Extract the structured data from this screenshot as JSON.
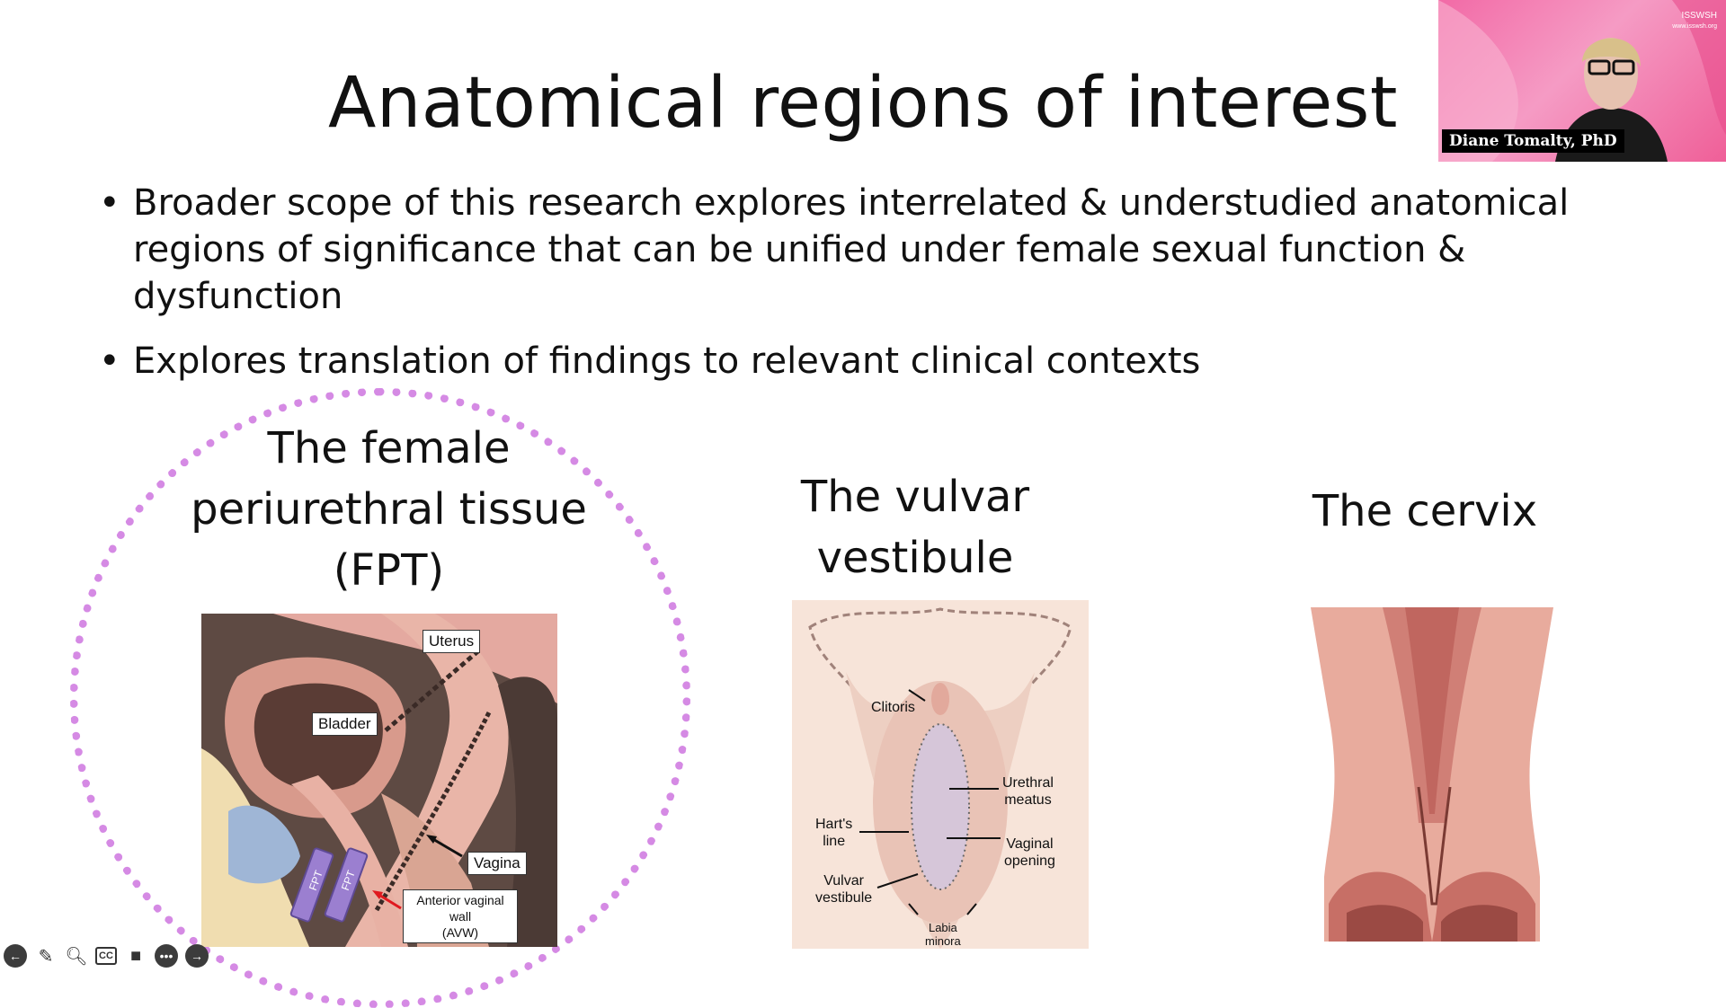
{
  "slide": {
    "title": "Anatomical regions of interest",
    "bullets": [
      "Broader scope of this research explores interrelated & understudied anatomical regions of significance that can be unified under female sexual function & dysfunction",
      "Explores translation of findings to relevant clinical contexts"
    ],
    "regions": [
      {
        "title_lines": [
          "The female",
          "periurethral tissue",
          "(FPT)"
        ]
      },
      {
        "title_lines": [
          "The vulvar",
          "vestibule"
        ]
      },
      {
        "title_lines": [
          "The cervix"
        ]
      }
    ],
    "fpt_image_labels": {
      "uterus": "Uterus",
      "bladder": "Bladder",
      "vagina": "Vagina",
      "fpt": "FPT",
      "avw_line1": "Anterior vaginal",
      "avw_line2": "wall",
      "avw_line3": "(AVW)"
    },
    "vulva_image_labels": {
      "clitoris": "Clitoris",
      "urethral_1": "Urethral",
      "urethral_2": "meatus",
      "harts_1": "Hart's",
      "harts_2": "line",
      "vaginal_1": "Vaginal",
      "vaginal_2": "opening",
      "vestibule_1": "Vulvar",
      "vestibule_2": "vestibule",
      "labia_1": "Labia",
      "labia_2": "minora"
    }
  },
  "video_feed": {
    "speaker_name": "Diane Tomalty, PhD",
    "logo_text": "ISSWSH",
    "logo_url_text": "www.isswsh.org"
  },
  "toolbar": {
    "icons": [
      "back-icon",
      "pen-icon",
      "zoom-icon",
      "captions-icon",
      "camera-icon",
      "more-icon",
      "forward-icon"
    ],
    "cc_label": "CC"
  },
  "colors": {
    "circle_border": "#d58ae4",
    "video_bg": "#f26aa6",
    "fpt_purple": "#9b7fd0"
  }
}
